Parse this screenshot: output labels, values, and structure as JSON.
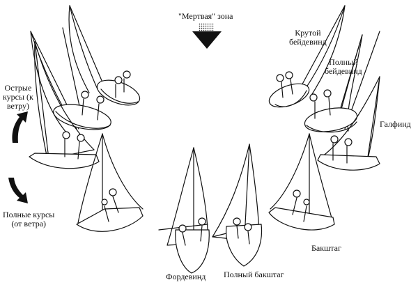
{
  "dead_zone": "\"Мертвая\" зона",
  "courses": {
    "close_hauled": "Крутой\nбейдевинд",
    "close_reach": "Полный\nбейдевинд",
    "beam_reach": "Галфинд",
    "broad_reach": "Бакштаг",
    "running": "Фордевинд",
    "broad_run": "Полный бакштаг"
  },
  "groups": {
    "upwind": "Острые\nкурсы (к\nветру)",
    "downwind": "Полные курсы\n(от ветра)"
  },
  "colors": {
    "ink": "#111111",
    "paper": "#ffffff"
  }
}
